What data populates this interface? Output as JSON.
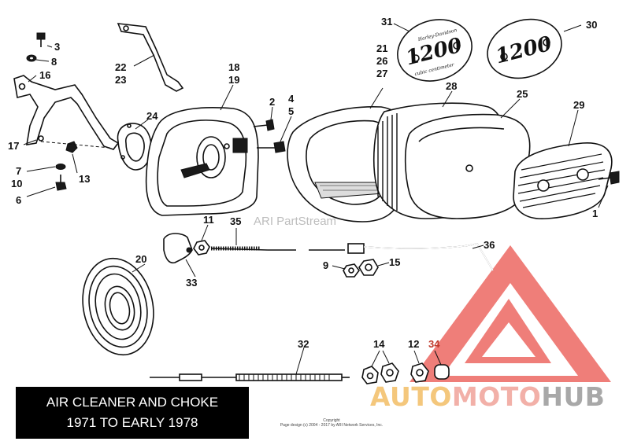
{
  "title": {
    "line1": "AIR CLEANER AND CHOKE",
    "line2": "1971 TO EARLY 1978"
  },
  "watermark": "ARI PartStream",
  "copyright": {
    "line1": "Copyright",
    "line2": "Page design (c) 2004 - 2017 by ARI Network Services, Inc."
  },
  "brand": {
    "part1": "AUTO",
    "part2": "MOTO",
    "part3": "HUB",
    "colors": {
      "auto": "#f4c77c",
      "moto": "#f2b0a8",
      "hub": "#a8a8a8",
      "logo": "#e8413a"
    }
  },
  "badges": {
    "badge31_text": "1200",
    "badge31_top": "Harley-Davidson",
    "badge31_bottom": "cubic centimeter",
    "badge30_text": "1200"
  },
  "callouts": {
    "c1": "1",
    "c2": "2",
    "c3": "3",
    "c4": "4",
    "c5": "5",
    "c6": "6",
    "c7": "7",
    "c8": "8",
    "c9": "9",
    "c10": "10",
    "c11": "11",
    "c12": "12",
    "c13": "13",
    "c14": "14",
    "c15": "15",
    "c16": "16",
    "c17": "17",
    "c18": "18",
    "c19": "19",
    "c20": "20",
    "c21": "21",
    "c22": "22",
    "c23": "23",
    "c24": "24",
    "c25": "25",
    "c26": "26",
    "c27": "27",
    "c28": "28",
    "c29": "29",
    "c30": "30",
    "c31": "31",
    "c32": "32",
    "c33": "33",
    "c34": "34",
    "c35": "35",
    "c36": "36"
  }
}
